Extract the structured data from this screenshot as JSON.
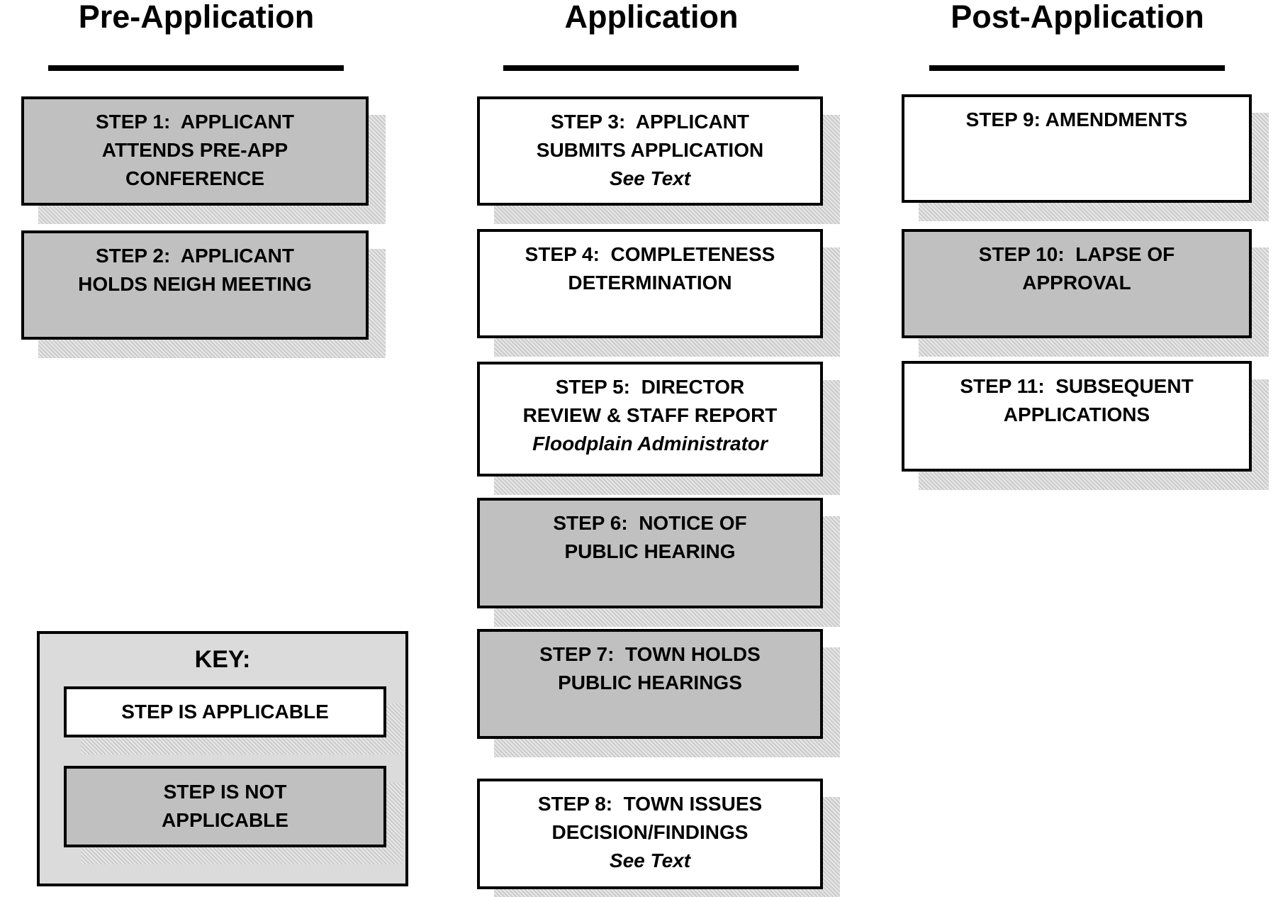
{
  "columns": [
    {
      "heading": "Pre-Application",
      "steps": [
        {
          "id": "step-1",
          "applicable": false,
          "lines": [
            "STEP 1:  APPLICANT",
            "ATTENDS PRE-APP",
            "CONFERENCE"
          ]
        },
        {
          "id": "step-2",
          "applicable": false,
          "lines": [
            "STEP 2:  APPLICANT",
            "HOLDS NEIGH MEETING"
          ]
        }
      ]
    },
    {
      "heading": "Application",
      "steps": [
        {
          "id": "step-3",
          "applicable": true,
          "lines": [
            "STEP 3:  APPLICANT",
            "SUBMITS APPLICATION"
          ],
          "note": "See Text"
        },
        {
          "id": "step-4",
          "applicable": true,
          "lines": [
            "STEP 4:  COMPLETENESS",
            "DETERMINATION"
          ]
        },
        {
          "id": "step-5",
          "applicable": true,
          "lines": [
            "STEP 5:  DIRECTOR",
            "REVIEW & STAFF REPORT"
          ],
          "note": "Floodplain Administrator"
        },
        {
          "id": "step-6",
          "applicable": false,
          "lines": [
            "STEP 6:  NOTICE OF",
            "PUBLIC HEARING"
          ]
        },
        {
          "id": "step-7",
          "applicable": false,
          "lines": [
            "STEP 7:  TOWN HOLDS",
            "PUBLIC HEARINGS"
          ]
        },
        {
          "id": "step-8",
          "applicable": true,
          "lines": [
            "STEP 8:  TOWN ISSUES",
            "DECISION/FINDINGS"
          ],
          "note": "See Text"
        }
      ]
    },
    {
      "heading": "Post-Application",
      "steps": [
        {
          "id": "step-9",
          "applicable": true,
          "lines": [
            "STEP 9: AMENDMENTS"
          ]
        },
        {
          "id": "step-10",
          "applicable": false,
          "lines": [
            "STEP 10:  LAPSE OF",
            "APPROVAL"
          ]
        },
        {
          "id": "step-11",
          "applicable": true,
          "lines": [
            "STEP 11:  SUBSEQUENT",
            "APPLICATIONS"
          ]
        }
      ]
    }
  ],
  "key": {
    "title": "KEY:",
    "applicable_label": "STEP IS APPLICABLE",
    "not_applicable_lines": [
      "STEP IS NOT",
      "APPLICABLE"
    ]
  },
  "colors": {
    "applicable_fill": "#ffffff",
    "not_applicable_fill": "#c0c0c0",
    "key_fill": "#dbdbdb",
    "outline": "#000000",
    "shadow": "#d9d9d9",
    "text": "#000000"
  }
}
